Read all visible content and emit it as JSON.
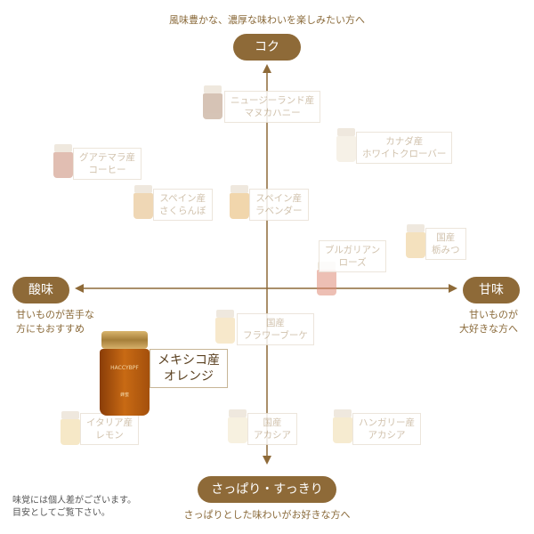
{
  "header": {
    "top_note": "風味豊かな、濃厚な味わいを楽しみたい方へ"
  },
  "axes": {
    "top": "コク",
    "left": "酸味",
    "right": "甘味",
    "bottom": "さっぱり・すっきり",
    "left_desc": [
      "甘いものが苦手な",
      "方にもおすすめ"
    ],
    "right_desc": [
      "甘いものが",
      "大好きな方へ"
    ],
    "bottom_note": "さっぱりとした味わいがお好きな方へ"
  },
  "disclaimer": [
    "味覚には個人差がございます。",
    "目安としてご覧下さい。"
  ],
  "products": [
    {
      "lines": [
        "ニュージーランド産",
        "マヌカハニー"
      ],
      "color": "#b5937a"
    },
    {
      "lines": [
        "カナダ産",
        "ホワイトクローバー"
      ],
      "color": "#f0e7d4"
    },
    {
      "lines": [
        "グアテマラ産",
        "コーヒー"
      ],
      "color": "#c98a74"
    },
    {
      "lines": [
        "スペイン産",
        "さくらんぼ"
      ],
      "color": "#e2b77a"
    },
    {
      "lines": [
        "スペイン産",
        "ラベンダー"
      ],
      "color": "#e6b56a"
    },
    {
      "lines": [
        "国産",
        "栃みつ"
      ],
      "color": "#ecc98a"
    },
    {
      "lines": [
        "ブルガリアン",
        "ローズ"
      ],
      "color": "#e08c78"
    },
    {
      "lines": [
        "国産",
        "フラワーブーケ"
      ],
      "color": "#f1d7a2"
    },
    {
      "lines": [
        "イタリア産",
        "レモン"
      ],
      "color": "#f0d69a"
    },
    {
      "lines": [
        "国産",
        "アカシア"
      ],
      "color": "#f2e6c8"
    },
    {
      "lines": [
        "ハンガリー産",
        "アカシア"
      ],
      "color": "#f0dcaa"
    }
  ],
  "highlight": {
    "lines": [
      "メキシコ産",
      "オレンジ"
    ],
    "jar_text": "HACCYBPF",
    "jar_subtext": "蜂蜜"
  }
}
